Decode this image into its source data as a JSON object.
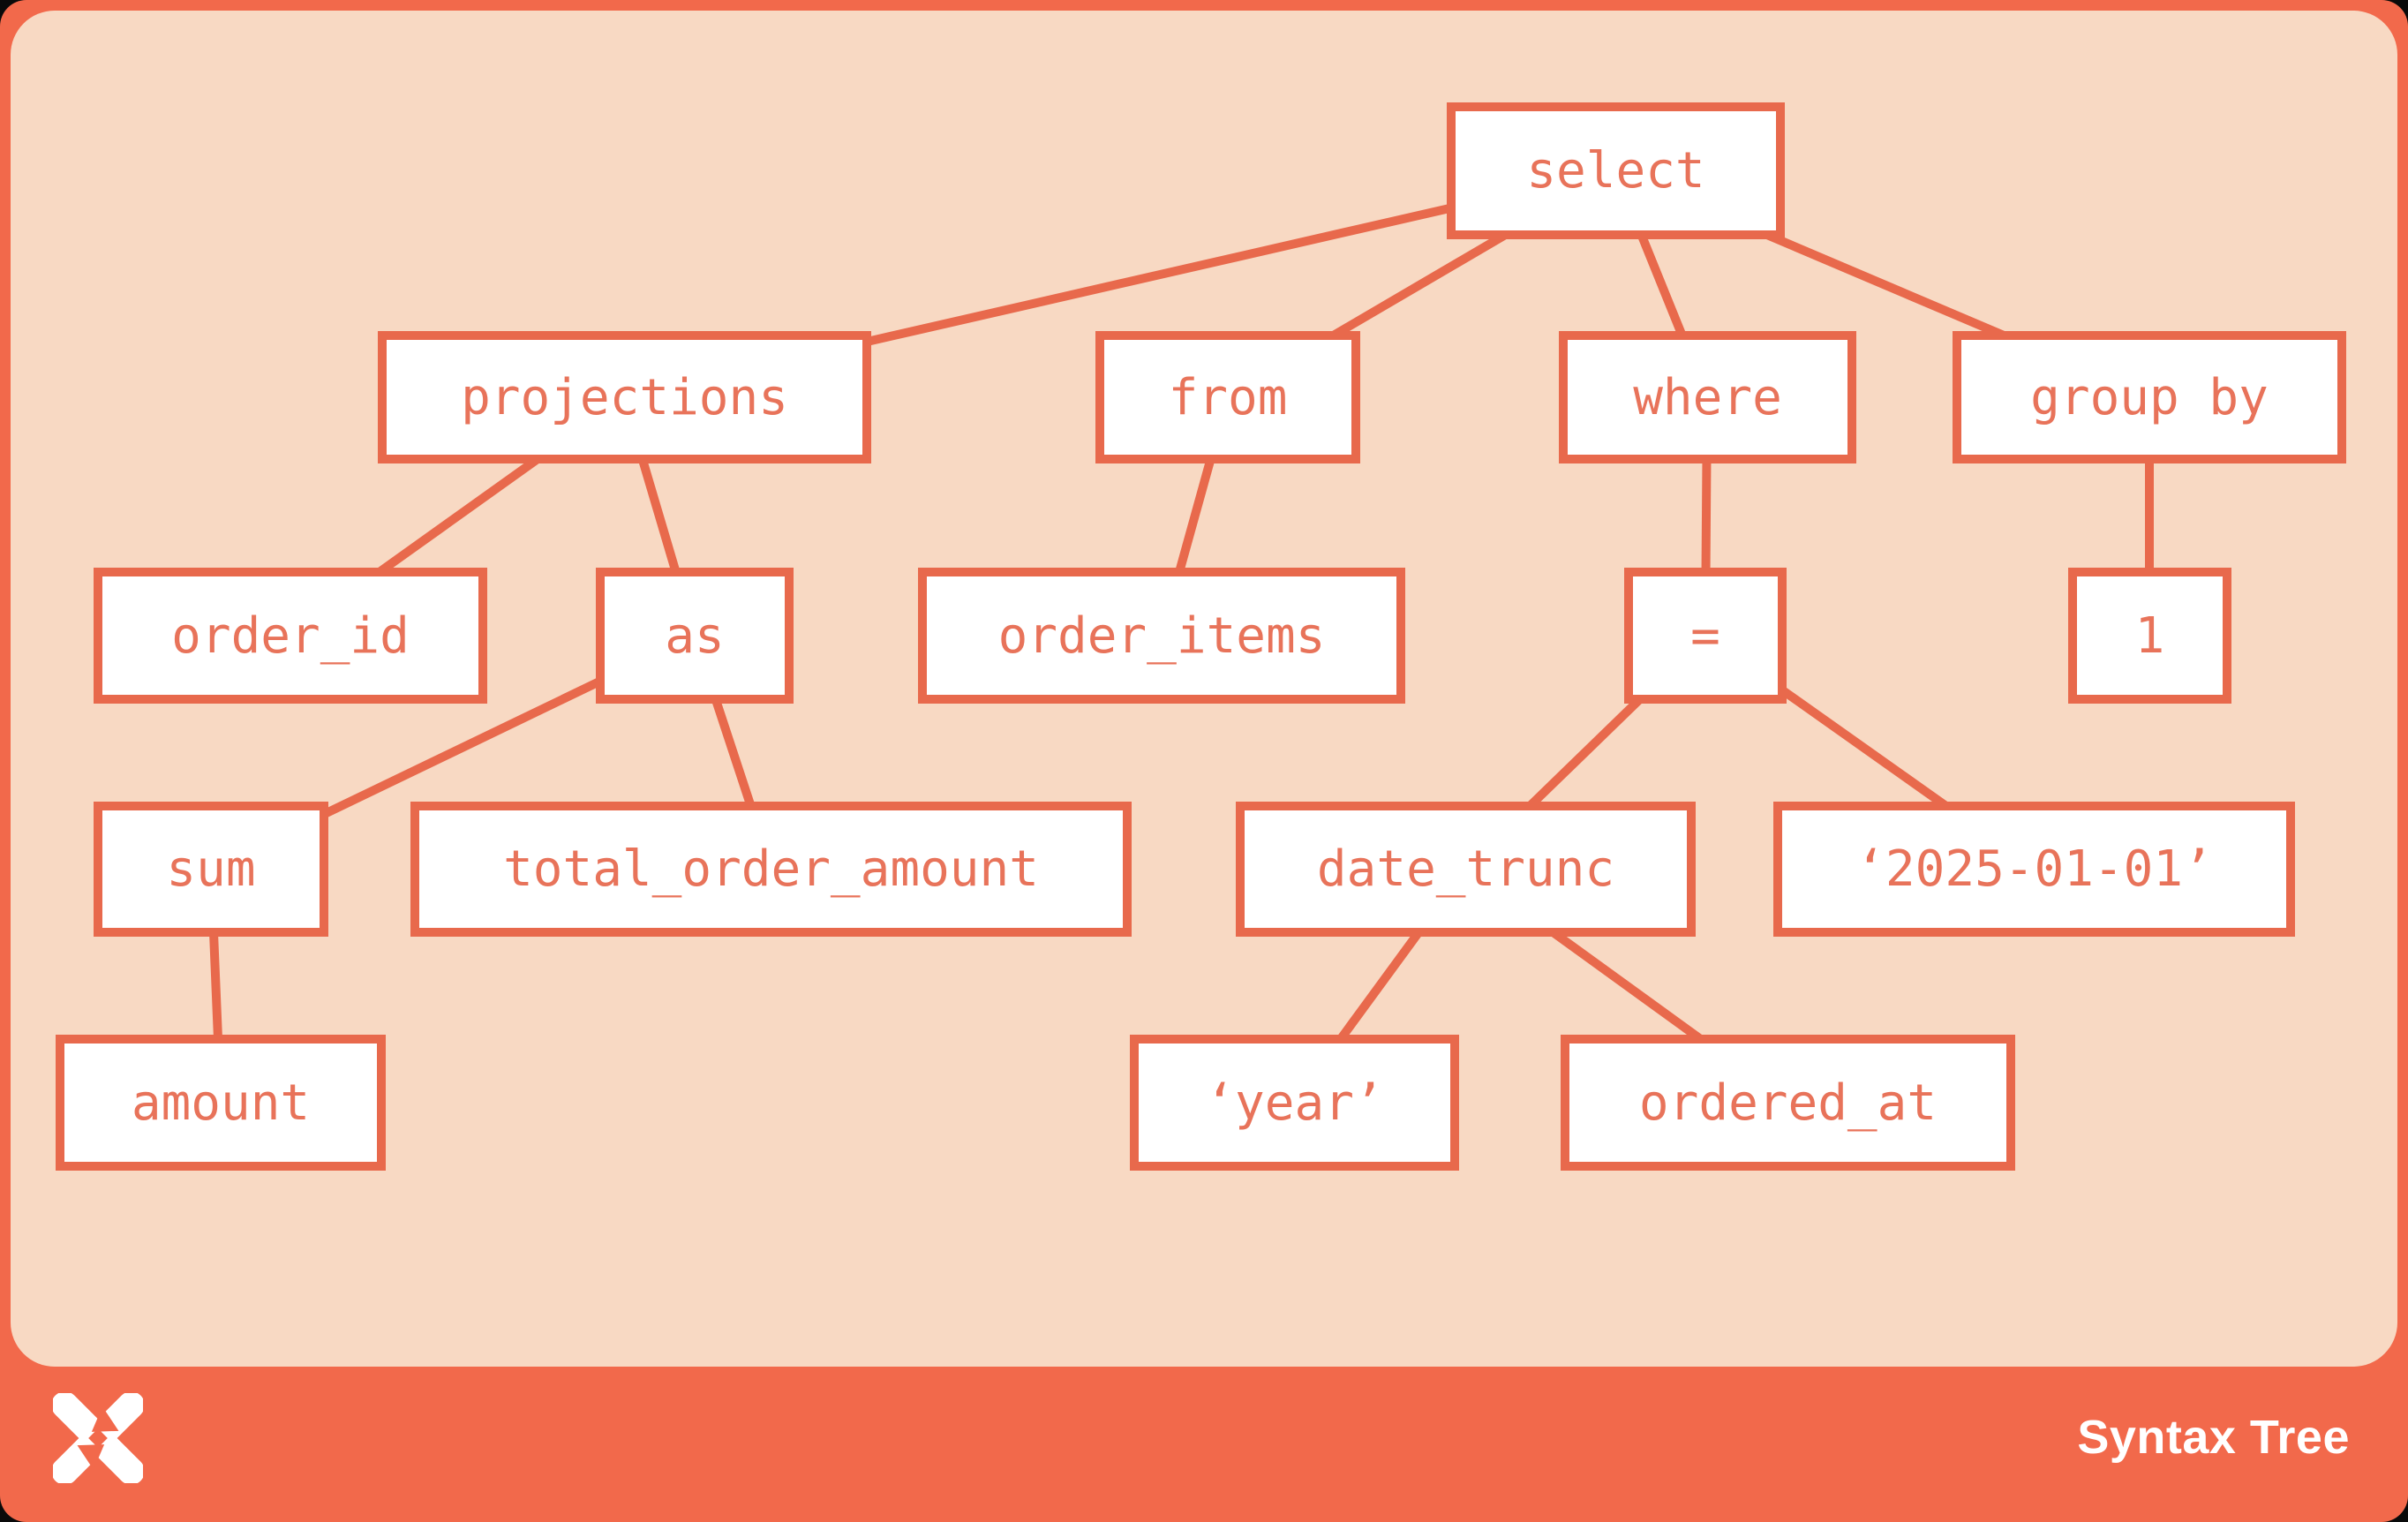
{
  "theme": {
    "coral_frame": "#F2694B",
    "peach_panel": "#F8D9C3",
    "node_border": "#E8694C",
    "node_fill": "#FFFFFF",
    "node_text": "#E8735A",
    "footer_text": "#FFFFFF"
  },
  "footer": {
    "brand": "Syntax Tree",
    "logo_icon": "pinwheel-star-logo"
  },
  "tree": {
    "nodes": {
      "select": {
        "label": "select",
        "parent": null
      },
      "projections": {
        "label": "projections",
        "parent": "select"
      },
      "from": {
        "label": "from",
        "parent": "select"
      },
      "where": {
        "label": "where",
        "parent": "select"
      },
      "group_by": {
        "label": "group by",
        "parent": "select"
      },
      "order_id": {
        "label": "order_id",
        "parent": "projections"
      },
      "as": {
        "label": "as",
        "parent": "projections"
      },
      "order_items": {
        "label": "order_items",
        "parent": "from"
      },
      "eq": {
        "label": "=",
        "parent": "where"
      },
      "one": {
        "label": "1",
        "parent": "group_by"
      },
      "sum": {
        "label": "sum",
        "parent": "as"
      },
      "total_order_amount": {
        "label": "total_order_amount",
        "parent": "as"
      },
      "amount": {
        "label": "amount",
        "parent": "sum"
      },
      "date_trunc": {
        "label": "date_trunc",
        "parent": "eq"
      },
      "date_literal": {
        "label": "‘2025-01-01’",
        "parent": "eq"
      },
      "year_literal": {
        "label": "‘year’",
        "parent": "date_trunc"
      },
      "ordered_at": {
        "label": "ordered_at",
        "parent": "date_trunc"
      }
    },
    "edges": [
      [
        "select",
        "projections"
      ],
      [
        "select",
        "from"
      ],
      [
        "select",
        "where"
      ],
      [
        "select",
        "group_by"
      ],
      [
        "projections",
        "order_id"
      ],
      [
        "projections",
        "as"
      ],
      [
        "from",
        "order_items"
      ],
      [
        "where",
        "eq"
      ],
      [
        "group_by",
        "one"
      ],
      [
        "as",
        "sum"
      ],
      [
        "as",
        "total_order_amount"
      ],
      [
        "sum",
        "amount"
      ],
      [
        "eq",
        "date_trunc"
      ],
      [
        "eq",
        "date_literal"
      ],
      [
        "date_trunc",
        "year_literal"
      ],
      [
        "date_trunc",
        "ordered_at"
      ]
    ]
  }
}
